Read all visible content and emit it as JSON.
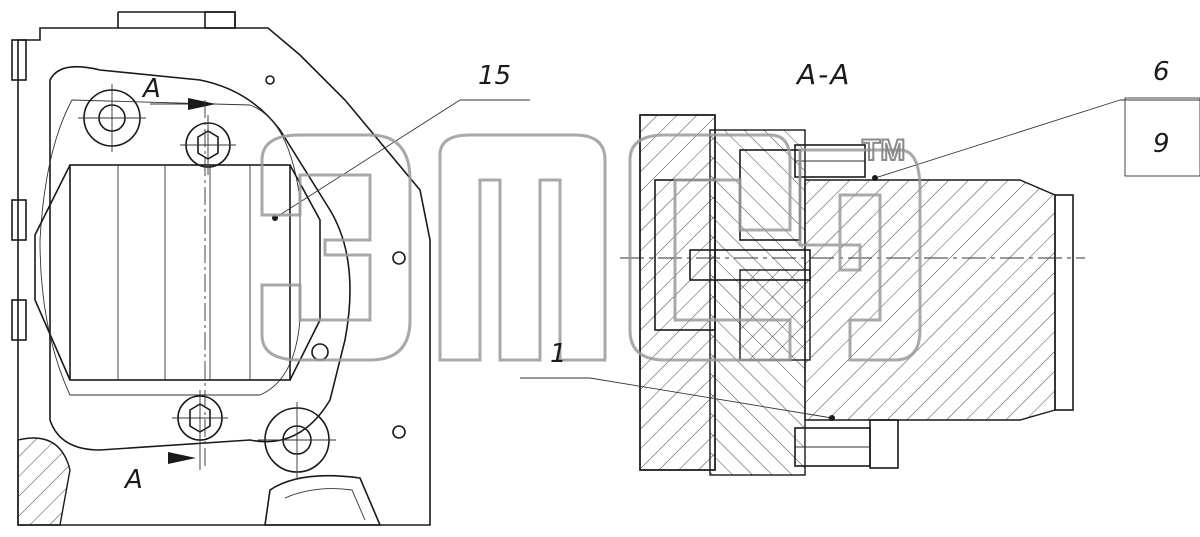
{
  "section_title": "А-А",
  "callouts": {
    "c15": "15",
    "c6": "6",
    "c9": "9",
    "c1": "1"
  },
  "section_marks": {
    "top": "А",
    "bottom": "А"
  },
  "watermark": {
    "tm": "TM",
    "color": "#9a9a9a"
  }
}
